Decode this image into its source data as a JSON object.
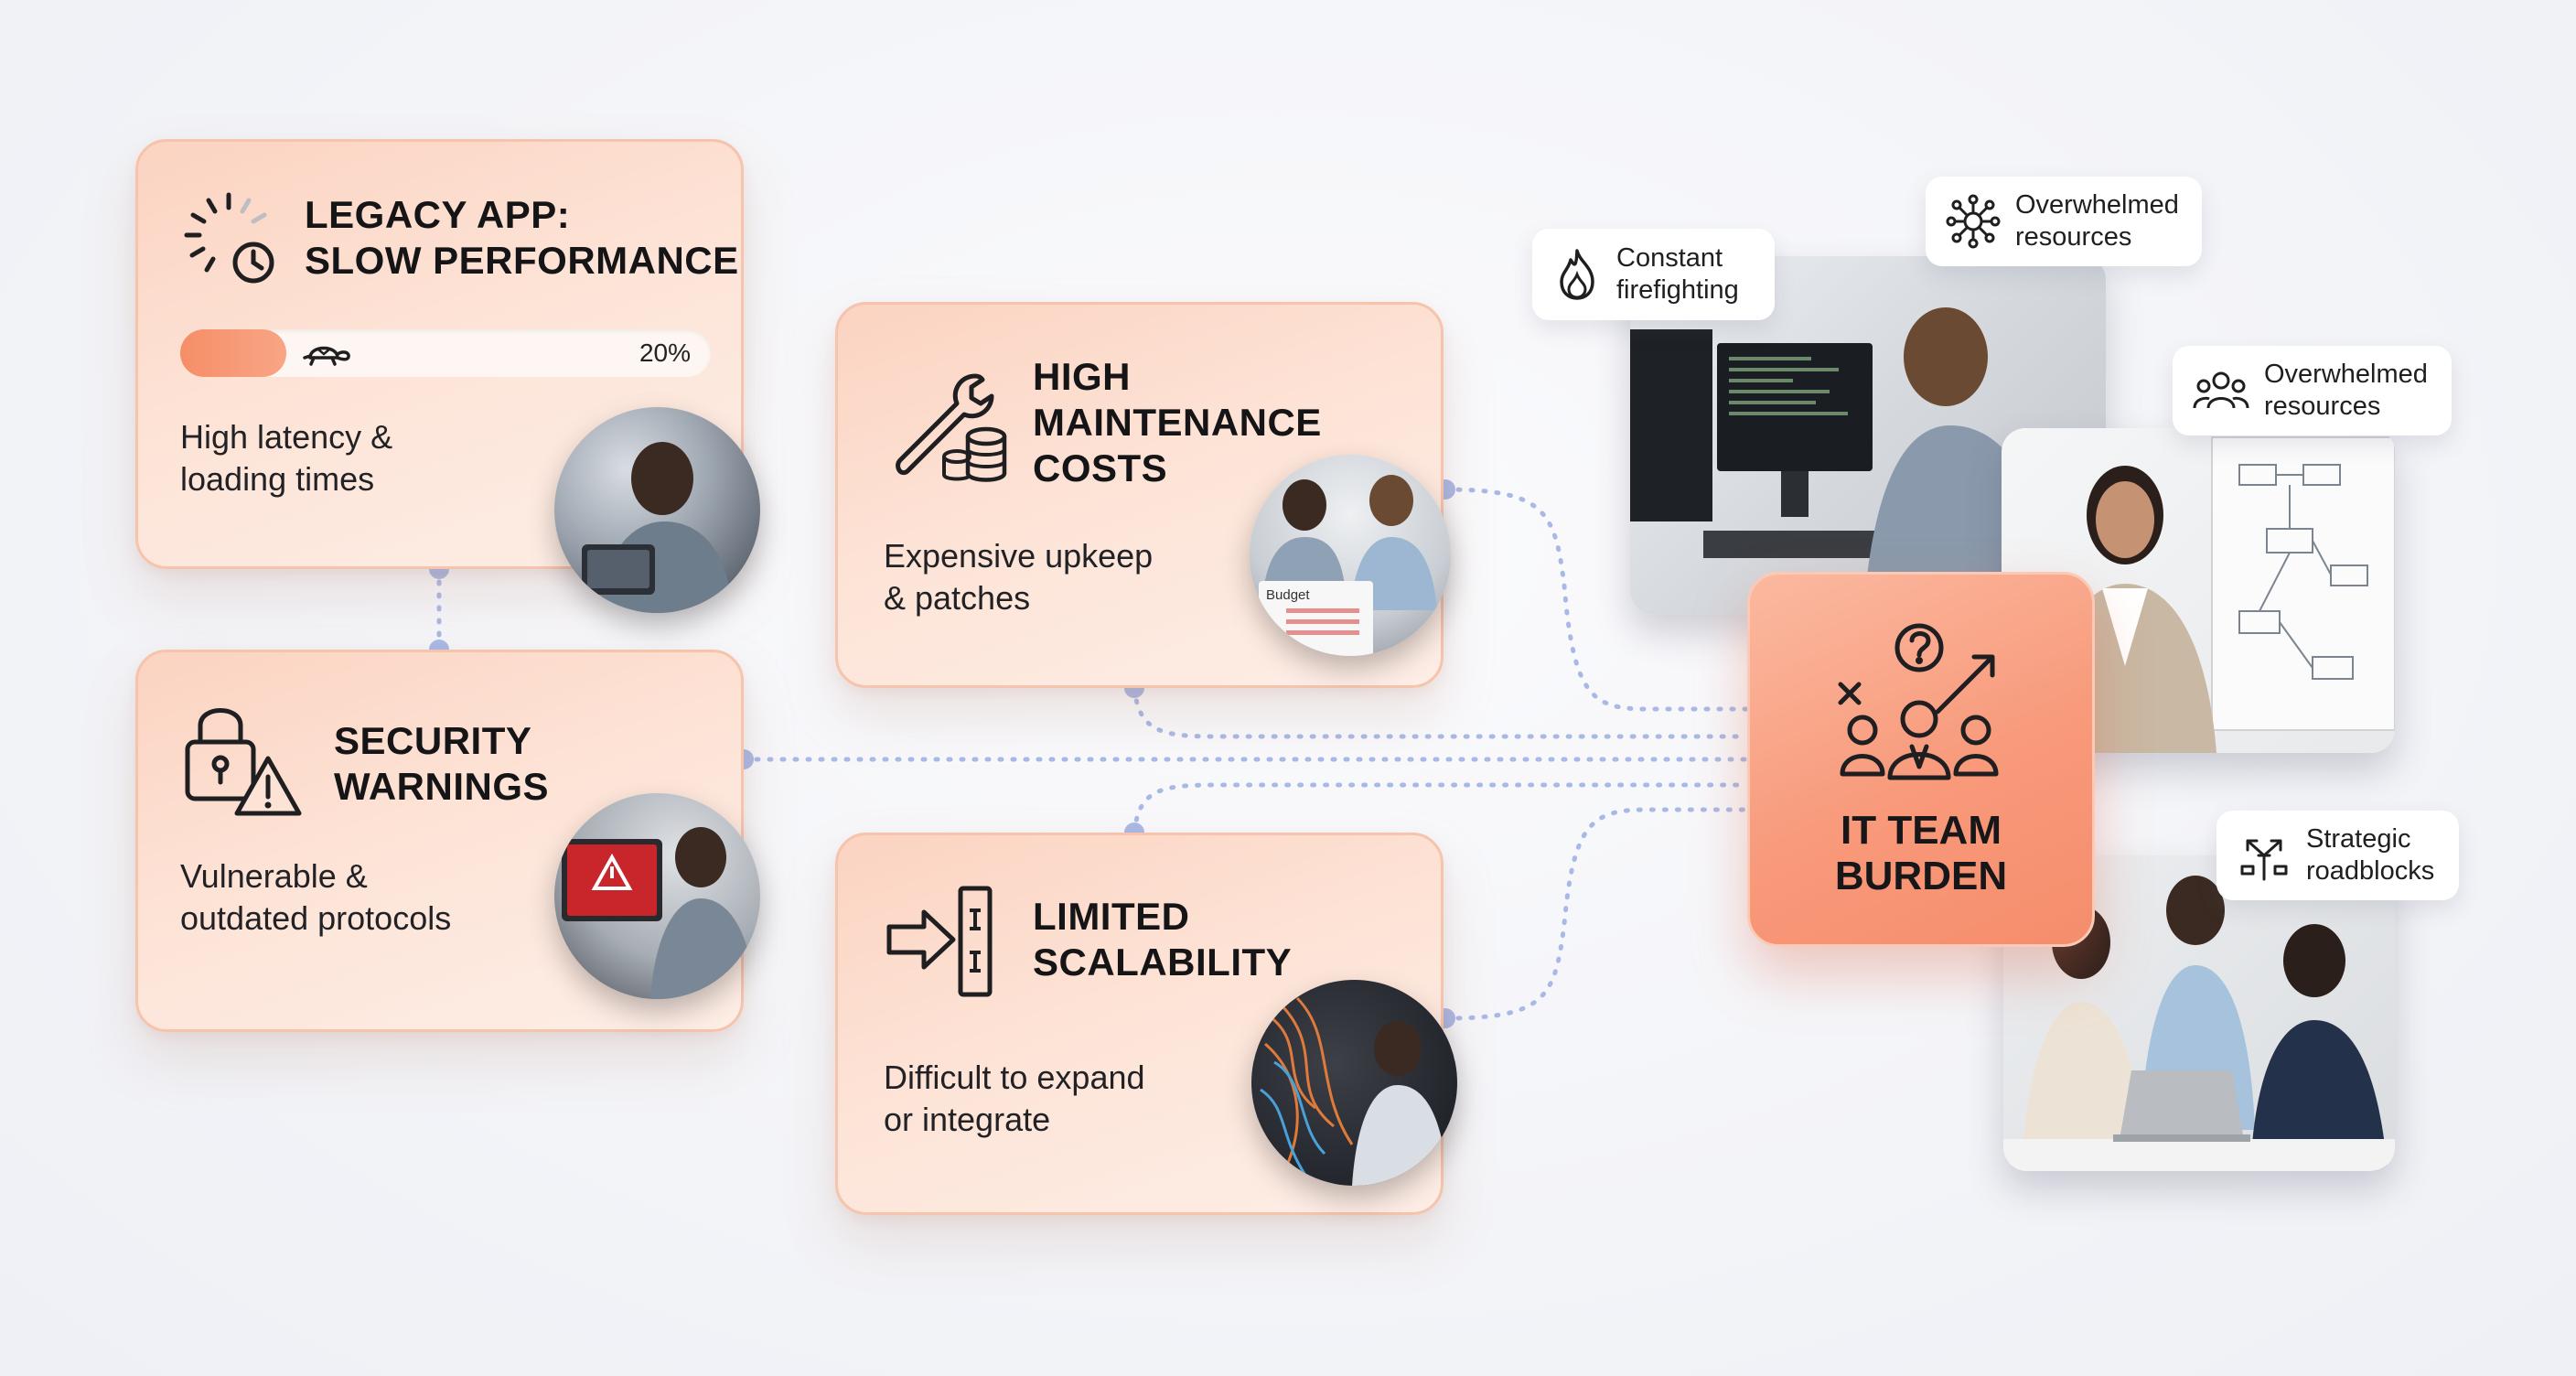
{
  "cards": {
    "legacy": {
      "title": [
        "LEGACY APP:",
        "SLOW PERFORMANCE"
      ],
      "progress_percent": 20,
      "progress_label": "20%",
      "desc": [
        "High latency &",
        "loading times"
      ],
      "icons": [
        "loading-clock-icon",
        "turtle-icon"
      ]
    },
    "maintenance": {
      "title": [
        "HIGH",
        "MAINTENANCE",
        "COSTS"
      ],
      "desc": [
        "Expensive upkeep",
        "& patches"
      ],
      "icons": [
        "wrench-coins-icon"
      ],
      "photo_text": "Budget"
    },
    "security": {
      "title": [
        "SECURITY",
        "WARNINGS"
      ],
      "desc": [
        "Vulnerable &",
        "outdated protocols"
      ],
      "icons": [
        "padlock-warning-icon"
      ]
    },
    "scalability": {
      "title": [
        "LIMITED",
        "SCALABILITY"
      ],
      "desc": [
        "Difficult to expand",
        "or integrate"
      ],
      "icons": [
        "arrow-into-barrier-icon"
      ]
    }
  },
  "burden": {
    "title": [
      "IT TEAM",
      "BURDEN"
    ],
    "icon": "team-question-growth-icon"
  },
  "tags": [
    {
      "lines": [
        "Constant",
        "firefighting"
      ],
      "icon": "flame-icon"
    },
    {
      "lines": [
        "Overwhelmed",
        "resources"
      ],
      "icon": "network-hub-icon"
    },
    {
      "lines": [
        "Overwhelmed",
        "resources"
      ],
      "icon": "people-group-icon"
    },
    {
      "lines": [
        "Strategic",
        "roadblocks"
      ],
      "icon": "split-arrows-icon"
    }
  ],
  "colors": {
    "card_fill": "#fde3d6",
    "card_border": "#f6c3ac",
    "accent": "#f58e68",
    "connector": "#a9b9e6"
  }
}
